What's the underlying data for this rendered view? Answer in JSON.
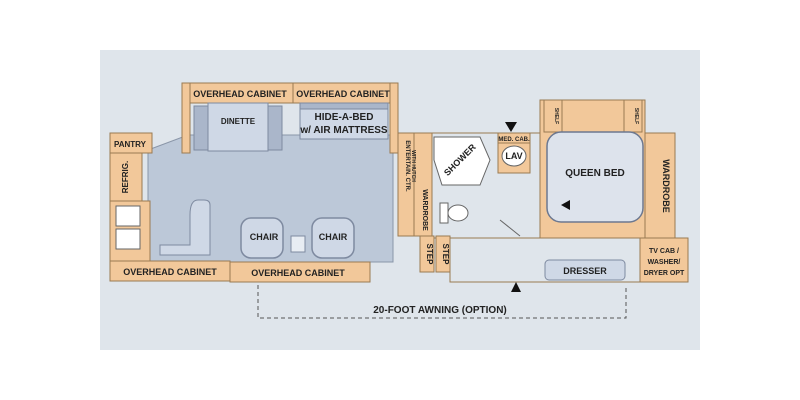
{
  "floorplan": {
    "labels": {
      "overhead_cabinet_top_left": "OVERHEAD CABINET",
      "overhead_cabinet_top_right": "OVERHEAD CABINET",
      "dinette": "DINETTE",
      "hide_a_bed_line1": "HIDE-A-BED",
      "hide_a_bed_line2": "w/ AIR MATTRESS",
      "pantry": "PANTRY",
      "refrig": "REFRIG.",
      "chair_left": "CHAIR",
      "chair_right": "CHAIR",
      "overhead_cabinet_bottom_left": "OVERHEAD CABINET",
      "overhead_cabinet_bottom_right": "OVERHEAD CABINET",
      "entertain_ctr_line1": "ENTERTAIN. CTR.",
      "entertain_ctr_line2": "WITH HUTCH",
      "wardrobe_small": "WARDROBE",
      "shower": "SHOWER",
      "med_cab": "MED. CAB.",
      "lav": "LAV",
      "queen_bed": "QUEEN BED",
      "wardrobe_right": "WARDROBE",
      "shelf_left": "SHELF",
      "shelf_right": "SHELF",
      "step_left": "STEP",
      "step_right": "STEP",
      "dresser": "DRESSER",
      "tv_cab_line1": "TV CAB /",
      "tv_cab_line2": "WASHER/",
      "tv_cab_line3": "DRYER OPT",
      "awning": "20-FOOT AWNING (OPTION)"
    },
    "colors": {
      "background": "#dfe5eb",
      "floor": "#bcc8d8",
      "cabinet": "#f2c89a",
      "wall": "#9a7a52",
      "furniture": "#cfd8e6",
      "bed": "#dde3ec"
    }
  }
}
